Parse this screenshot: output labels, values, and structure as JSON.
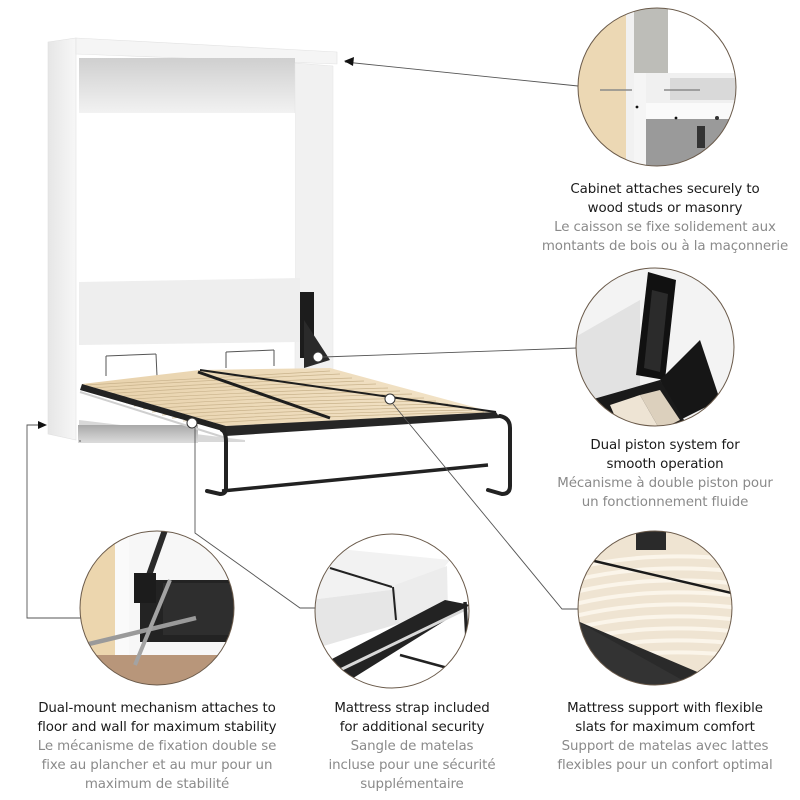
{
  "product": {
    "name": "Wall bed (Murphy bed) cabinet, white, open with slatted frame",
    "colors": {
      "cabinet": "#f4f4f4",
      "frame": "#222222",
      "slats": "#eadbc0",
      "leader_line": "#555555",
      "caption_en": "#1a1a1a",
      "caption_fr": "#8a8a8a"
    }
  },
  "features": [
    {
      "id": "cabinet",
      "en_line1": "Cabinet attaches securely to",
      "en_line2": "wood studs or masonry",
      "fr_line1": "Le caisson se fixe solidement aux",
      "fr_line2": "montants de bois ou à la maçonnerie",
      "fr_line3": ""
    },
    {
      "id": "piston",
      "en_line1": "Dual piston system for",
      "en_line2": "smooth operation",
      "fr_line1": "Mécanisme à double piston pour",
      "fr_line2": "un fonctionnement fluide",
      "fr_line3": ""
    },
    {
      "id": "mount",
      "en_line1": "Dual-mount mechanism attaches to",
      "en_line2": "floor and wall for maximum stability",
      "fr_line1": "Le mécanisme de fixation double se",
      "fr_line2": "fixe au plancher et au mur pour un",
      "fr_line3": "maximum de stabilité"
    },
    {
      "id": "strap",
      "en_line1": "Mattress strap included",
      "en_line2": "for additional security",
      "fr_line1": "Sangle de matelas",
      "fr_line2": "incluse pour une sécurité",
      "fr_line3": "supplémentaire"
    },
    {
      "id": "slats",
      "en_line1": "Mattress support with flexible",
      "en_line2": "slats for maximum comfort",
      "fr_line1": "Support de matelas avec lattes",
      "fr_line2": "flexibles pour un confort optimal",
      "fr_line3": ""
    }
  ]
}
